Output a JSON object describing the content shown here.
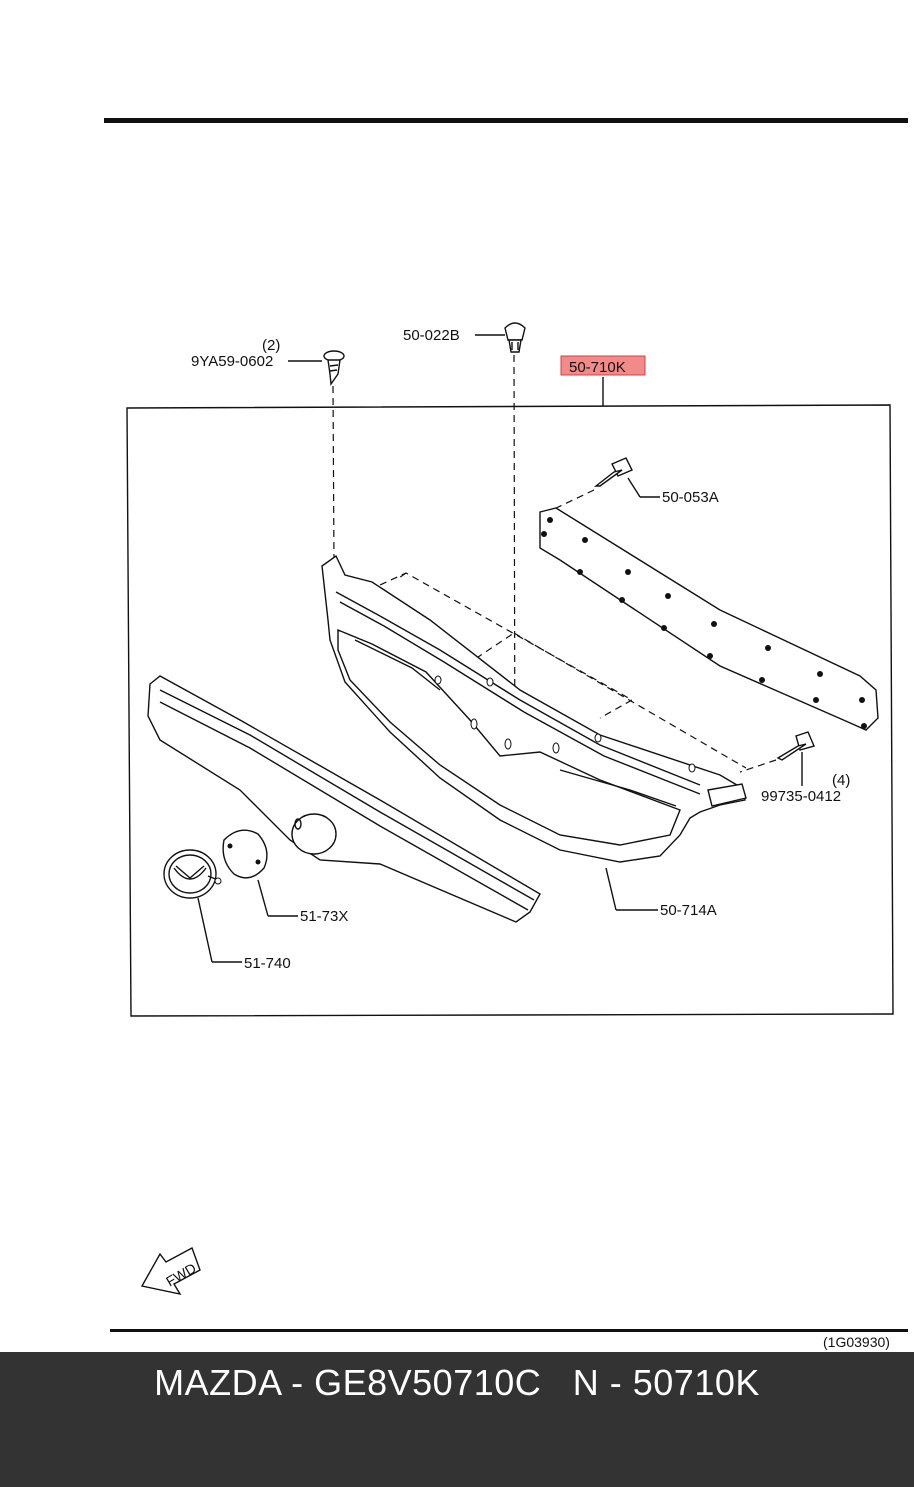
{
  "diagram": {
    "callouts": {
      "qty_left": "(2)",
      "part_screw_left": "9YA59-0602",
      "part_clip": "50-022B",
      "part_main": "50-710K",
      "part_screw_top": "50-053A",
      "qty_right": "(4)",
      "part_screw_right": "99735-0412",
      "part_grille": "50-714A",
      "part_cover": "51-73X",
      "part_emblem": "51-740"
    },
    "fwd_label": "FWD",
    "figure_code": "(1G03930)",
    "highlight_color": "#f28a8a"
  },
  "footer": {
    "text": "MAZDA - GE8V50710C   N - 50710K"
  }
}
